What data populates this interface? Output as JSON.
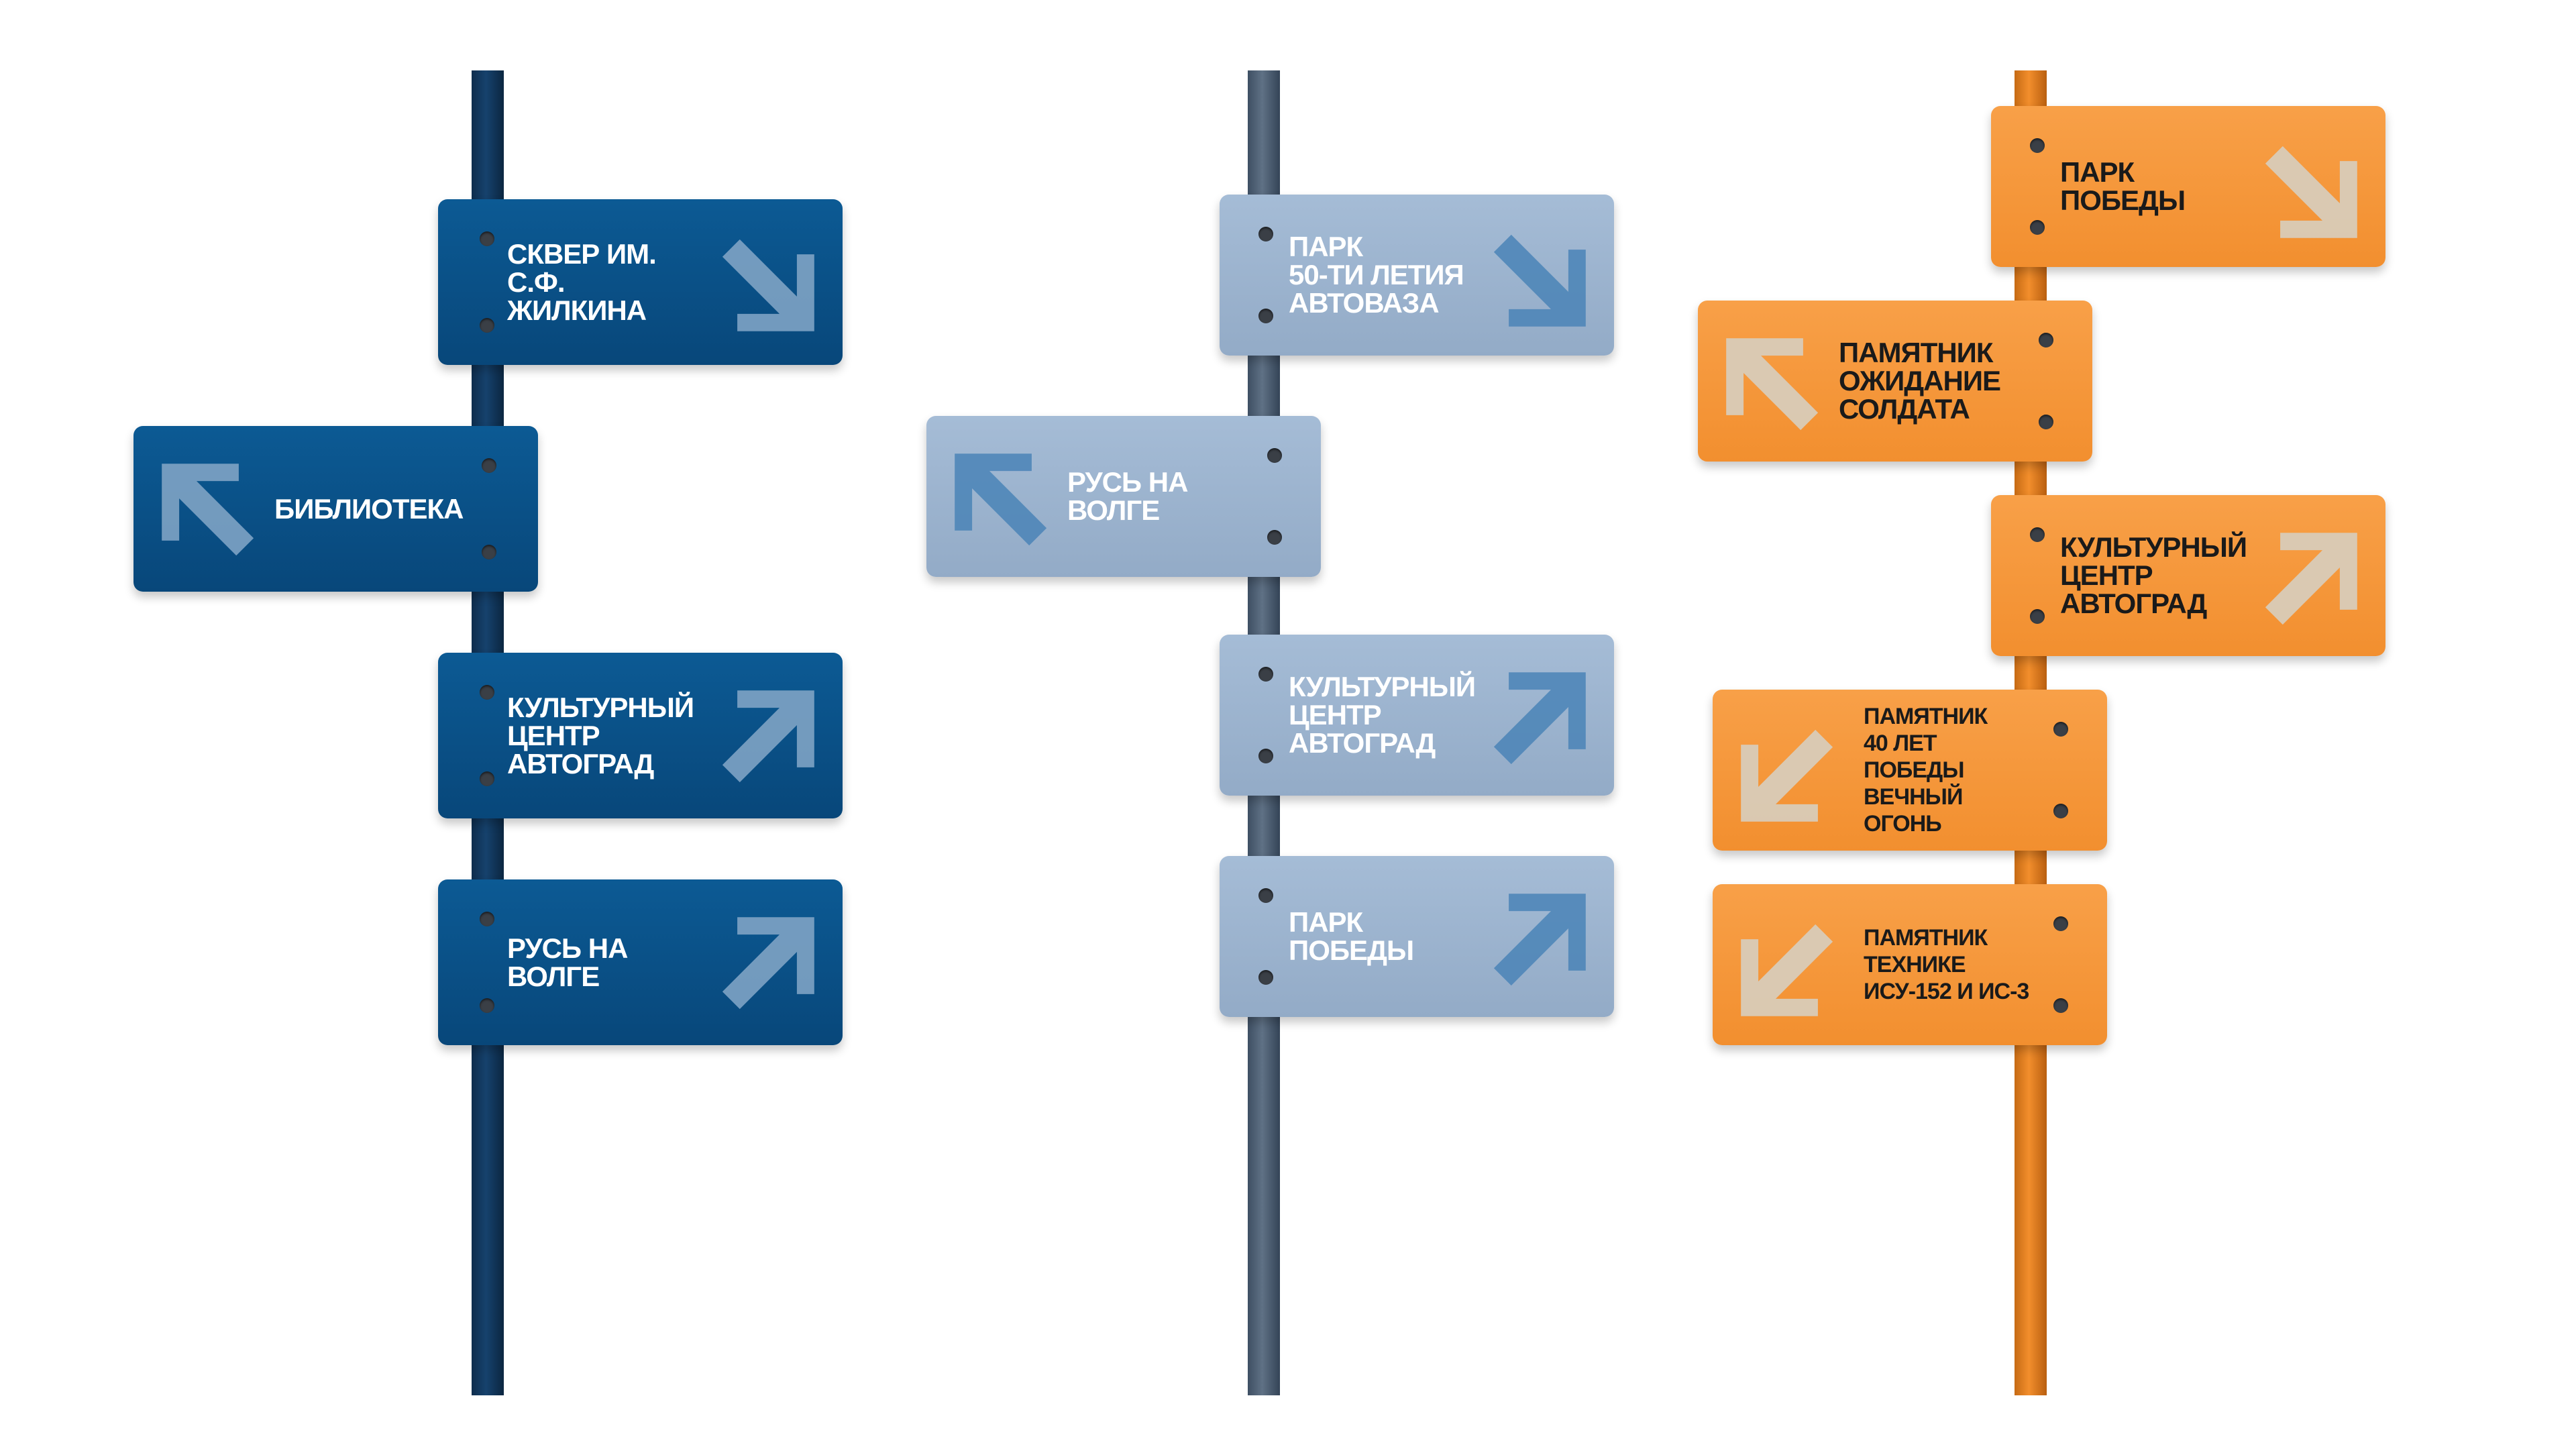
{
  "colors": {
    "blue_sign": "#0a4f88",
    "blue_pole": "#123a61",
    "blue_arrow": "#7ea3c4",
    "grey_sign": "#9bb3cf",
    "grey_pole": "#4f6175",
    "grey_arrow": "#4f86b8",
    "orange_sign": "#f5983d",
    "orange_pole": "#e07d22",
    "orange_arrow": "#d8cbb8"
  },
  "blue": {
    "signs": [
      {
        "label": "СКВЕР ИМ.\nС.Ф. ЖИЛКИНА",
        "arrow": "arrow-down-right-icon"
      },
      {
        "label": "БИБЛИОТЕКА",
        "arrow": "arrow-up-left-icon"
      },
      {
        "label": "КУЛЬТУРНЫЙ\nЦЕНТР\nАВТОГРАД",
        "arrow": "arrow-up-right-icon"
      },
      {
        "label": "РУСЬ НА ВОЛГЕ",
        "arrow": "arrow-up-right-icon"
      }
    ]
  },
  "grey": {
    "signs": [
      {
        "label": "ПАРК\n50-ТИ ЛЕТИЯ\nАВТОВАЗА",
        "arrow": "arrow-down-right-icon"
      },
      {
        "label": "РУСЬ НА ВОЛГЕ",
        "arrow": "arrow-up-left-icon"
      },
      {
        "label": "КУЛЬТУРНЫЙ\nЦЕНТР\nАВТОГРАД",
        "arrow": "arrow-up-right-icon"
      },
      {
        "label": "ПАРК ПОБЕДЫ",
        "arrow": "arrow-up-right-icon"
      }
    ]
  },
  "orange": {
    "signs": [
      {
        "label": "ПАРК ПОБЕДЫ",
        "arrow": "arrow-down-right-icon"
      },
      {
        "label": "ПАМЯТНИК\nОЖИДАНИЕ\nСОЛДАТА",
        "arrow": "arrow-up-left-icon"
      },
      {
        "label": "КУЛЬТУРНЫЙ\nЦЕНТР\nАВТОГРАД",
        "arrow": "arrow-up-right-icon"
      },
      {
        "label": "ПАМЯТНИК\n40 ЛЕТ ПОБЕДЫ\nВЕЧНЫЙ ОГОНЬ",
        "arrow": "arrow-down-left-icon"
      },
      {
        "label": "ПАМЯТНИК\nТЕХНИКЕ\nИСУ-152 И ИС-3",
        "arrow": "arrow-down-left-icon"
      }
    ]
  }
}
